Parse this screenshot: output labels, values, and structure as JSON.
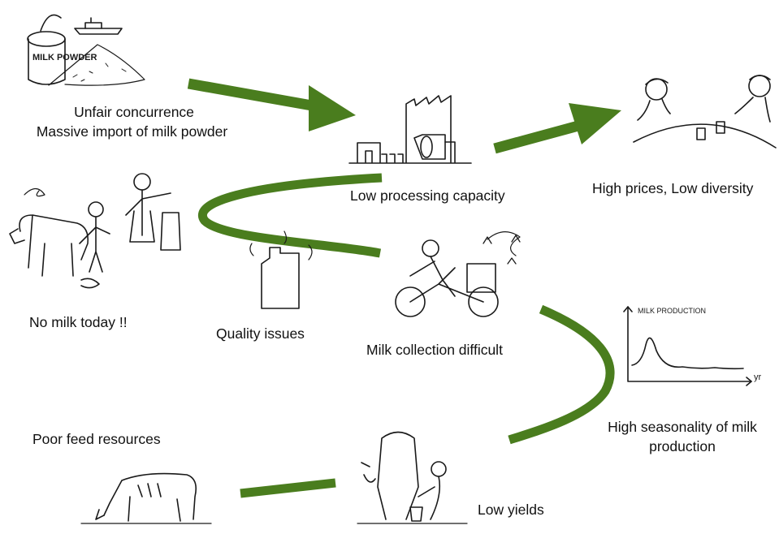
{
  "labels": {
    "import_title": "Unfair concurrence",
    "import_sub": "Massive import of milk powder",
    "processing": "Low processing capacity",
    "prices": "High prices, Low diversity",
    "no_milk": "No milk today !!",
    "quality": "Quality issues",
    "collection": "Milk collection difficult",
    "seasonality_1": "High seasonality of milk",
    "seasonality_2": "production",
    "feed": "Poor feed resources",
    "yields": "Low yields"
  },
  "sketch_text": {
    "can_label": "MILK POWDER",
    "graph_y": "MILK PRODUCTION",
    "graph_x": "yr"
  },
  "colors": {
    "arrow": "#4a7d1e",
    "ink": "#1a1a1a",
    "text": "#111111"
  }
}
